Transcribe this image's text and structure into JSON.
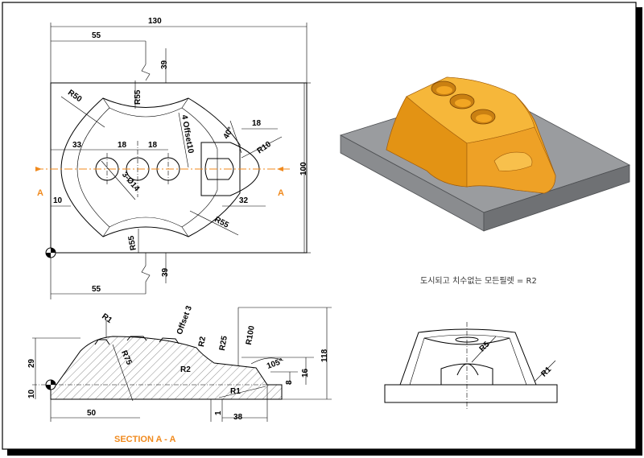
{
  "top_view": {
    "dims": {
      "overall_width": "130",
      "left_top": "55",
      "top_depth": "39",
      "r55_top": "R55",
      "r50": "R50",
      "offset10": "4 Offset10",
      "angle40": "40°",
      "d18_right": "18",
      "r10": "R10",
      "d33": "33",
      "d18_a": "18",
      "d18_b": "18",
      "holes": "3-Ø14",
      "height100": "100",
      "d10": "10",
      "d32": "32",
      "r55_right": "R55",
      "r55_bottom": "R55",
      "bottom_depth": "39",
      "left_bottom": "55"
    },
    "cut_labels": {
      "left": "A",
      "right": "A"
    }
  },
  "section_view": {
    "title": "SECTION A - A",
    "dims": {
      "r1_top": "R1",
      "r75": "R75",
      "offset3": "Offset 3",
      "r2_a": "R2",
      "r25": "R25",
      "r100": "R100",
      "angle105": "105°",
      "h29": "29",
      "h10": "10",
      "r2_b": "R2",
      "r1_mid": "R1",
      "h8": "8",
      "h16": "16",
      "h118": "118",
      "w50": "50",
      "w1": "1",
      "w38": "38"
    }
  },
  "side_view": {
    "dims": {
      "r5": "R5",
      "r1": "R1"
    }
  },
  "note": "도시되고 치수없는 모든필렛 = R2",
  "colors": {
    "accent": "#f08a1e",
    "part": "#f2a623",
    "base": "#7d7f82"
  }
}
